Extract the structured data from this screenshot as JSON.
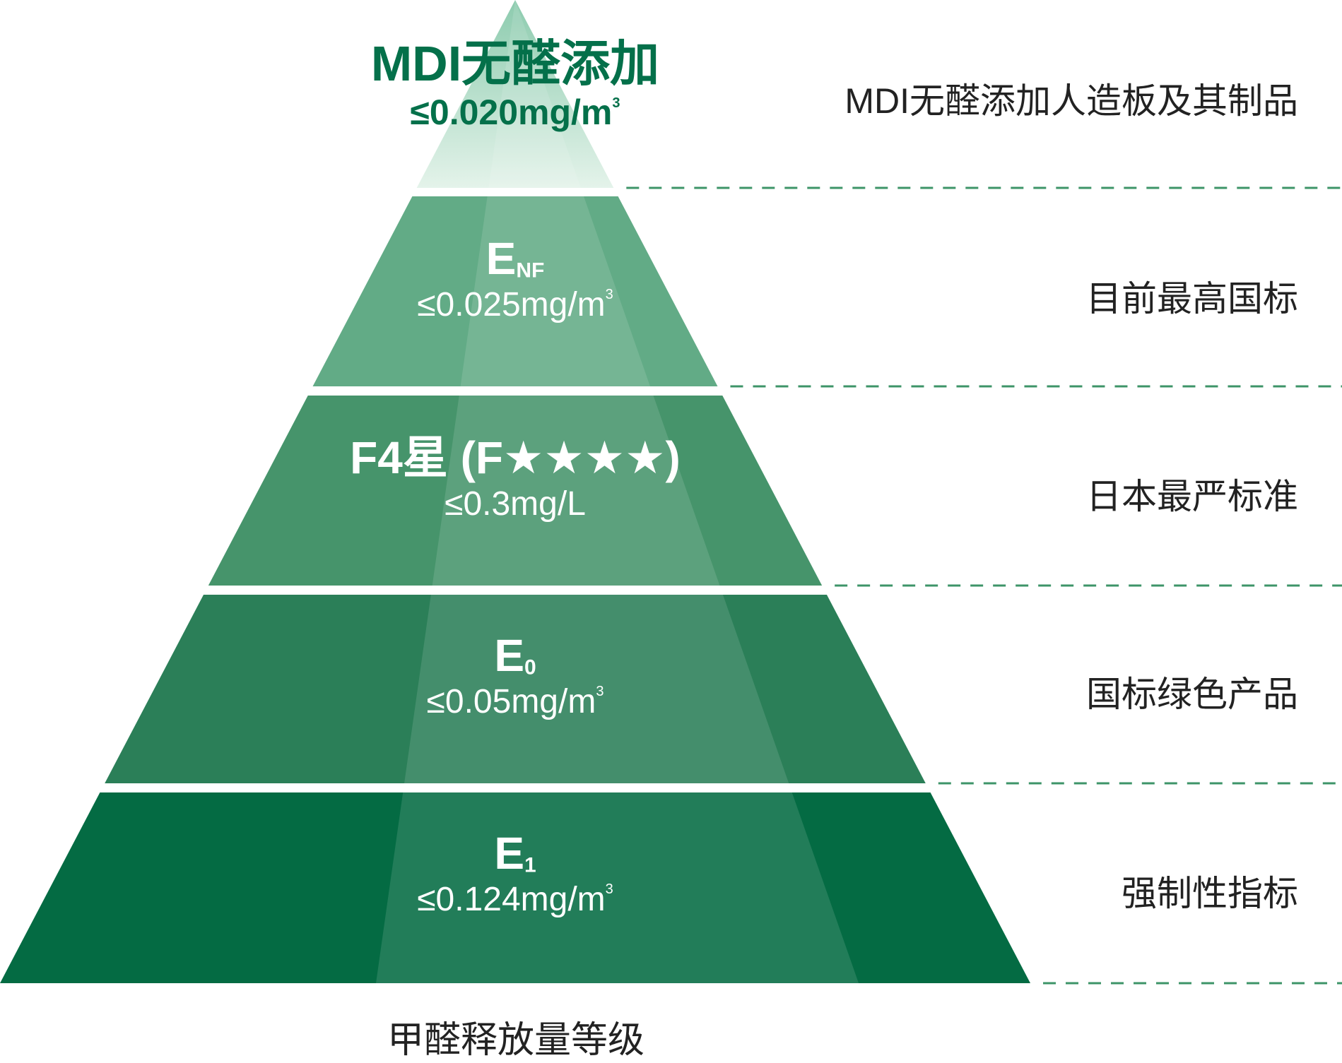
{
  "tiers": [
    {
      "name": "MDI无醛添加",
      "sub": "",
      "limit": "≤0.020mg/m",
      "sup": "3",
      "desc": "MDI无醛添加人造板及其制品"
    },
    {
      "name": "E",
      "sub": "NF",
      "limit": "≤0.025mg/m",
      "sup": "3",
      "desc": "目前最高国标"
    },
    {
      "name": "F4星 (F★★★★)",
      "sub": "",
      "limit": "≤0.3mg/L",
      "sup": "",
      "desc": "日本最严标准"
    },
    {
      "name": "E",
      "sub": "0",
      "limit": "≤0.05mg/m",
      "sup": "3",
      "desc": "国标绿色产品"
    },
    {
      "name": "E",
      "sub": "1",
      "limit": "≤0.124mg/m",
      "sup": "3",
      "desc": "强制性指标"
    }
  ],
  "footer": "甲醛释放量等级",
  "colors": {
    "tier_top": "#d2ecdd",
    "tier_2": "#62ab86",
    "tier_3": "#46946b",
    "tier_4": "#2b7f58",
    "tier_5": "#046b43",
    "dashed_line": "#3d9468",
    "top_text": "#04704a"
  }
}
